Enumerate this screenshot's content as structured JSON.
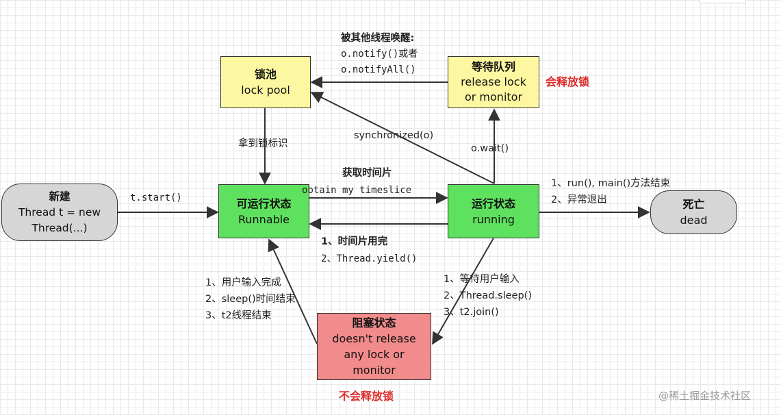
{
  "nodes": {
    "new": {
      "line1": "新建",
      "line2": "Thread t = new",
      "line3": "Thread(...)"
    },
    "lockpool": {
      "line1": "锁池",
      "line2": "lock pool"
    },
    "waitqueue": {
      "line1": "等待队列",
      "line2": "release lock",
      "line3": "or monitor"
    },
    "runnable": {
      "line1": "可运行状态",
      "line2": "Runnable"
    },
    "running": {
      "line1": "运行状态",
      "line2": "running"
    },
    "dead": {
      "line1": "死亡",
      "line2": "dead"
    },
    "blocked": {
      "line1": "阻塞状态",
      "line2": "doesn't release",
      "line3": "any lock or",
      "line4": "monitor"
    }
  },
  "labels": {
    "notify": [
      "被其他线程唤醒:",
      "o.notify()或者",
      "o.notifyAll()"
    ],
    "release_lock": "会释放锁",
    "synchronized": "synchronized(o)",
    "wait": "o.wait()",
    "get_lock_flag": "拿到锁标识",
    "start": "t.start()",
    "get_timeslice": "获取时间片",
    "obtain_timeslice": "obtain my timeslice",
    "exit": [
      "1、run(), main()方法结束",
      "2、异常退出"
    ],
    "timeslice_done": "1、时间片用完",
    "yield": "2、Thread.yield()",
    "unblock": [
      "1、用户输入完成",
      "2、sleep()时间结束",
      "3、t2线程结束"
    ],
    "block": [
      "1、等待用户输入",
      "2、Thread.sleep()",
      "3、t2.join()"
    ],
    "no_release_lock": "不会释放锁"
  },
  "watermark": "@稀土掘金技术社区",
  "colors": {
    "yellow": "#fdf7a1",
    "green": "#5ee15e",
    "red": "#f28b8b",
    "gray": "#d6d6d6",
    "accent_red": "#e02a2a"
  }
}
